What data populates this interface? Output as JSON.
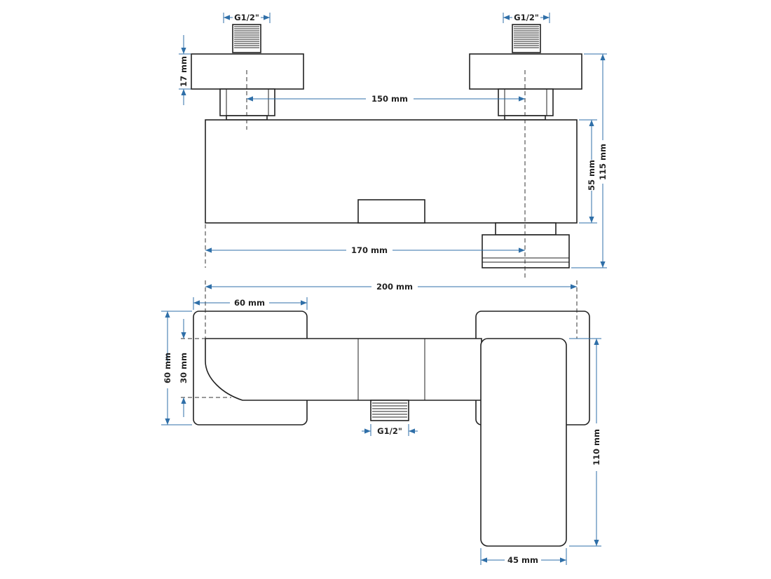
{
  "dimensions": {
    "inlet_left": "G1/2\"",
    "inlet_right": "G1/2\"",
    "inlet_bottom": "G1/2\"",
    "flange_height": "17 mm",
    "center_distance": "150 mm",
    "body_height": "55 mm",
    "total_height": "115 mm",
    "outlet_offset": "170 mm",
    "total_width": "200 mm",
    "handle_width": "60 mm",
    "flange_side": "60 mm",
    "body_depth": "30 mm",
    "handle_length": "110 mm",
    "handle_depth": "45 mm"
  },
  "colors": {
    "outline": "#222222",
    "dimension_lines": "#2f6fa8",
    "label_text": "#222222"
  }
}
